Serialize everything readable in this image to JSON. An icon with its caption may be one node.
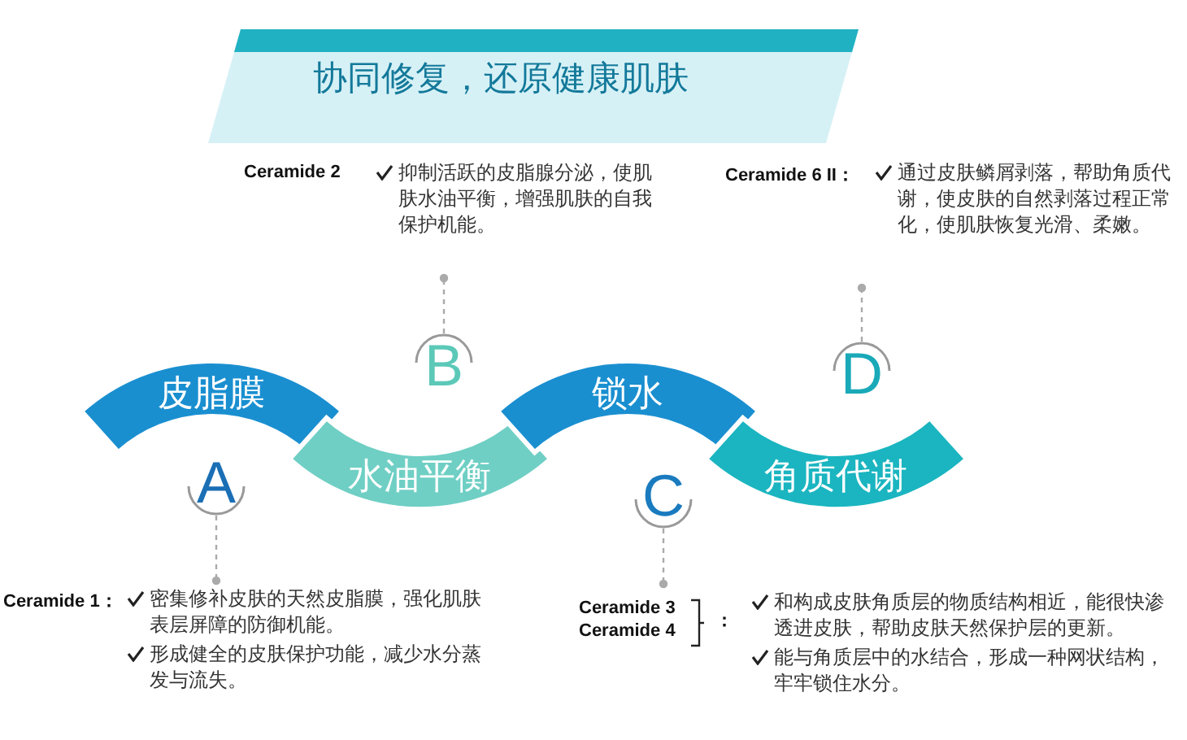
{
  "diagram": {
    "title": "协同修复，还原健康肌肤",
    "nodes": [
      {
        "text": [
          "Ceramide 2",
          "抑制活跃的皮脂腺分泌，使肌肤水油平衡，增强肌肤的自我保护机能。"
        ]
      },
      {
        "text": [
          "Ceramide 6 II：",
          "通过皮肤鳞屑剥落，帮助角质代谢，使皮肤的自然剥落过程正常化，使肌肤恢复光滑、柔嫩。"
        ]
      },
      {
        "text": [
          "B"
        ]
      },
      {
        "text": [
          "D"
        ]
      },
      {
        "text": [
          "皮脂膜"
        ]
      },
      {
        "text": [
          "水油平衡"
        ]
      },
      {
        "text": [
          "锁水"
        ]
      },
      {
        "text": [
          "角质代谢"
        ]
      },
      {
        "text": [
          "A"
        ]
      },
      {
        "text": [
          "C"
        ]
      },
      {
        "text": [
          "Ceramide 1：",
          "密集修补皮肤的天然皮脂膜，强化肌肤表层屏障的防御机能。",
          "形成健全的皮肤保护功能，减少水分蒸发与流失。"
        ]
      },
      {
        "text": [
          "Ceramide 3",
          "Ceramide 4",
          "：",
          "和构成皮肤角质层的物质结构相近，能很快渗透进皮肤，帮助皮肤天然保护层的更新。",
          "能与角质层中的水结合，形成一种网状结构，牢牢锁住水分。"
        ]
      }
    ],
    "edges": [
      {
        "from": 2,
        "to": 0,
        "arrow": "other",
        "style": "dashed"
      },
      {
        "from": 3,
        "to": 1,
        "arrow": "other",
        "style": "dashed"
      },
      {
        "from": 8,
        "to": 10,
        "arrow": "other",
        "style": "dashed"
      },
      {
        "from": 9,
        "to": 11,
        "arrow": "other",
        "style": "dashed"
      }
    ]
  }
}
